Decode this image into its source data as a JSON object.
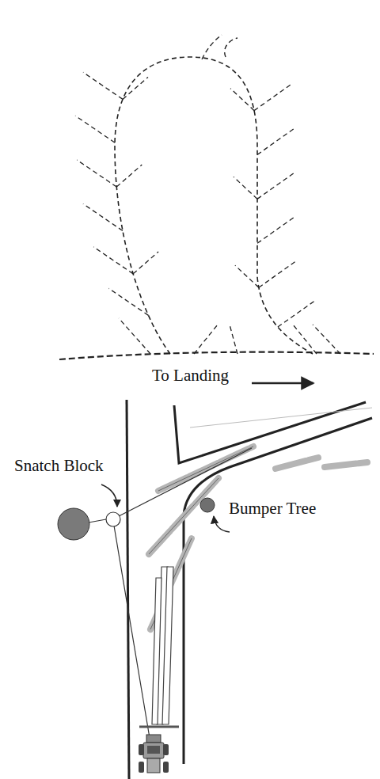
{
  "diagram": {
    "labels": [
      "To Landing",
      "Snatch Block",
      "Bumper Tree"
    ]
  }
}
